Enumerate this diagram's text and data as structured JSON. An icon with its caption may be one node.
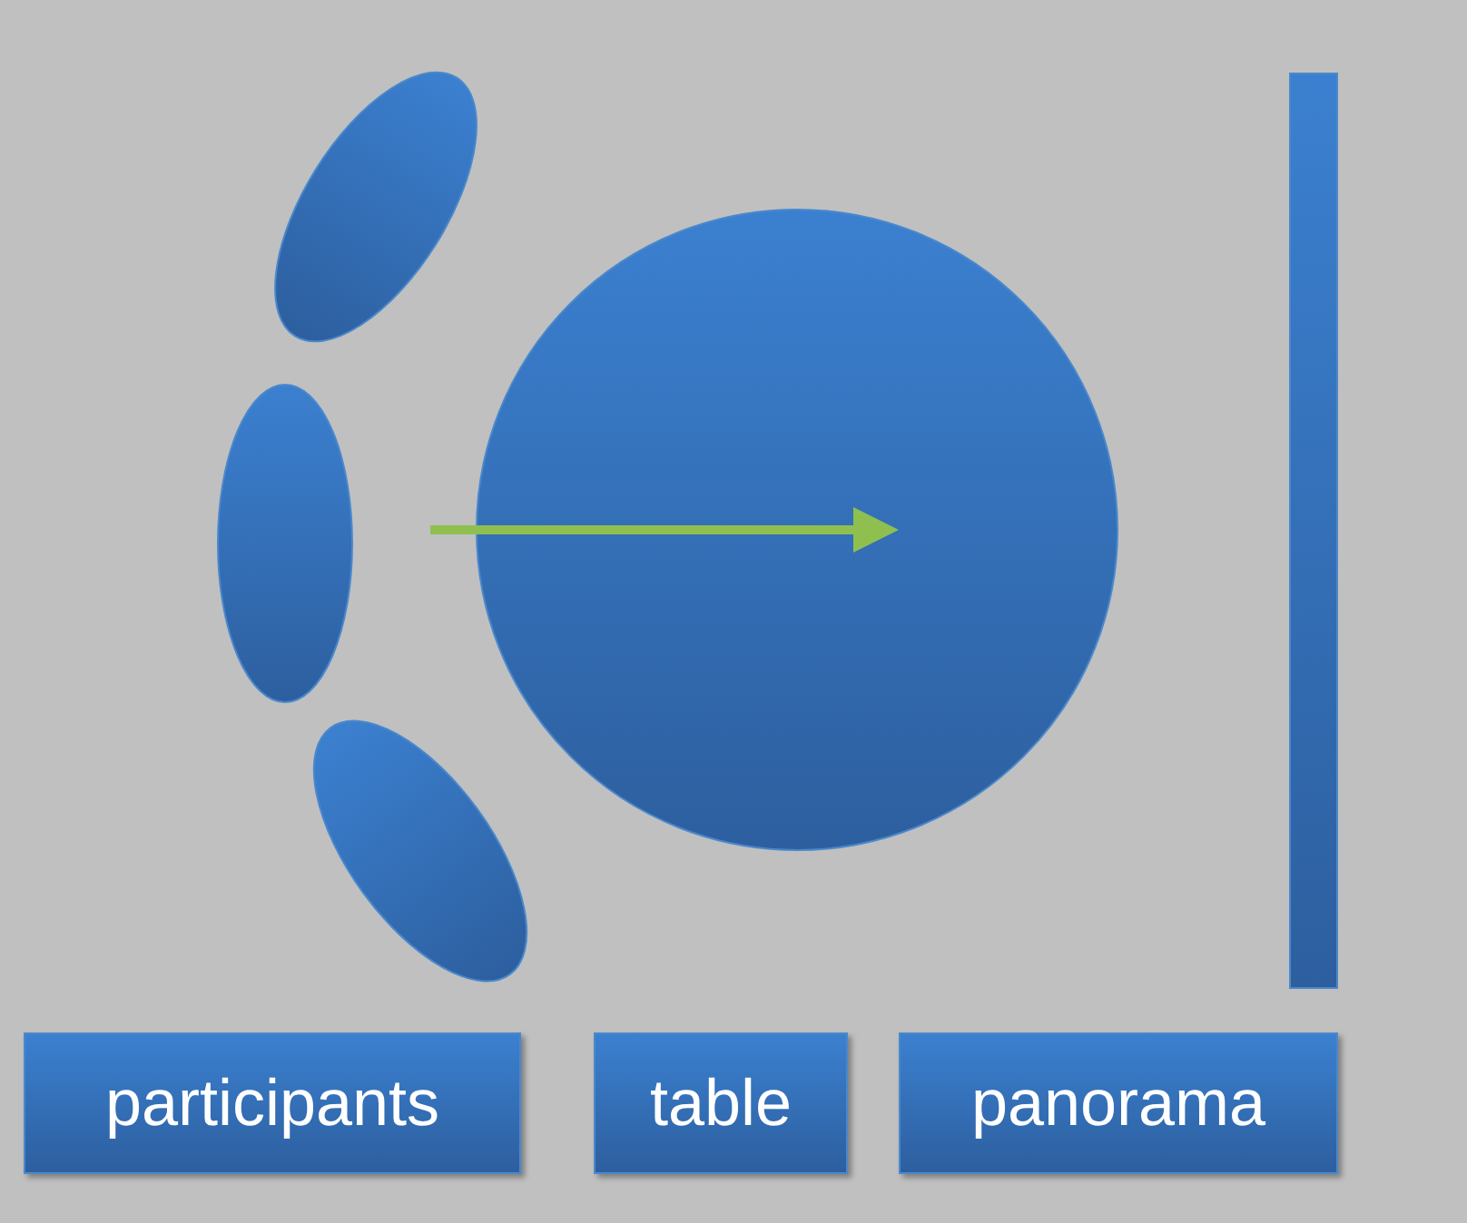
{
  "diagram": {
    "nodes": [
      {
        "text": [],
        "shape": "ellipse"
      },
      {
        "text": [],
        "shape": "ellipse"
      },
      {
        "text": [],
        "shape": "ellipse"
      },
      {
        "text": [],
        "shape": "circle"
      },
      {
        "text": [],
        "shape": "bar"
      },
      {
        "text": [
          "participants"
        ]
      },
      {
        "text": [
          "table"
        ]
      },
      {
        "text": [
          "panorama"
        ]
      }
    ],
    "edges": [
      {
        "from": null,
        "to": 3,
        "arrow": "to"
      }
    ]
  }
}
